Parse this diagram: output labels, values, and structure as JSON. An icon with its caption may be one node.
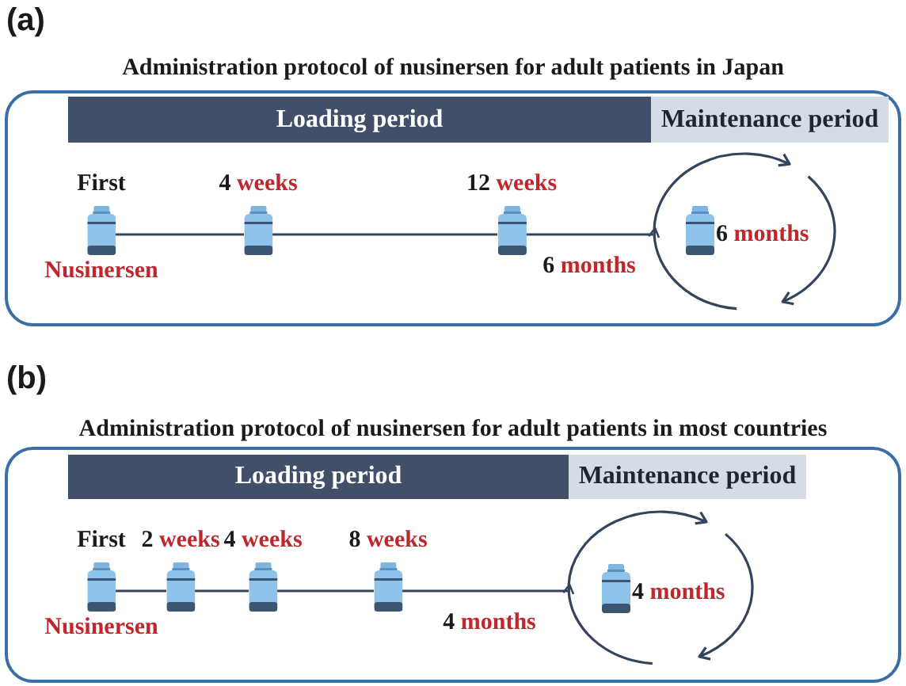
{
  "diagram": {
    "nodes": [
      {
        "text": [
          "Administration protocol of nusinersen for adult patients in Japan"
        ]
      },
      {
        "text": [
          "Loading period"
        ],
        "in": 0
      },
      {
        "text": [
          "Maintenance period"
        ],
        "in": 0
      },
      {
        "text": [
          "First",
          "Nusinersen"
        ],
        "in": 0
      },
      {
        "text": [
          "4 weeks"
        ],
        "in": 0
      },
      {
        "text": [
          "12 weeks"
        ],
        "in": 0
      },
      {
        "text": [],
        "shape": "circle",
        "in": 0
      },
      {
        "text": [
          "6 months"
        ],
        "in": 6
      },
      {
        "text": [
          "Administration protocol of nusinersen for adult patients in most countries"
        ]
      },
      {
        "text": [
          "Loading period"
        ],
        "in": 8
      },
      {
        "text": [
          "Maintenance period"
        ],
        "in": 8
      },
      {
        "text": [
          "First",
          "Nusinersen"
        ],
        "in": 8
      },
      {
        "text": [
          "2 weeks"
        ],
        "in": 8
      },
      {
        "text": [
          "4 weeks"
        ],
        "in": 8
      },
      {
        "text": [
          "8 weeks"
        ],
        "in": 8
      },
      {
        "text": [],
        "shape": "circle",
        "in": 8
      },
      {
        "text": [
          "4 months"
        ],
        "in": 15
      }
    ],
    "edges": [
      {
        "from": 3,
        "to": 4,
        "arrow": "none"
      },
      {
        "from": 4,
        "to": 5,
        "arrow": "none"
      },
      {
        "from": 5,
        "to": 6,
        "arrow": "to",
        "label": "6 months"
      },
      {
        "from": 11,
        "to": 12,
        "arrow": "none"
      },
      {
        "from": 12,
        "to": 13,
        "arrow": "none"
      },
      {
        "from": 13,
        "to": 14,
        "arrow": "none"
      },
      {
        "from": 14,
        "to": 15,
        "arrow": "to",
        "label": "4 months"
      }
    ],
    "labels": [
      "(a)",
      "(b)"
    ]
  }
}
